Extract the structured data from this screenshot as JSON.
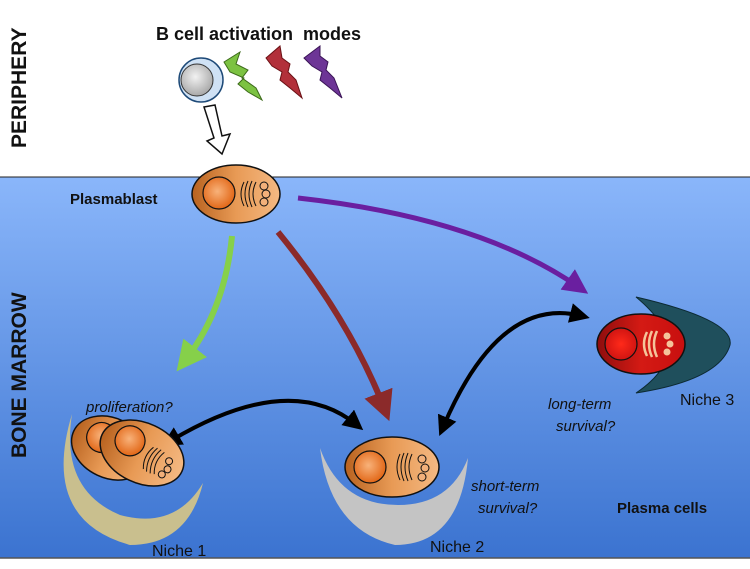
{
  "zones": {
    "periphery": "PERIPHERY",
    "bone_marrow": "BONE MARROW"
  },
  "title": "B cell activation  modes",
  "cells": {
    "plasmablast": "Plasmablast",
    "plasma_cells": "Plasma cells"
  },
  "niches": [
    {
      "label": "Niche 1",
      "fate": "proliferation?",
      "color": "#c9bf8e"
    },
    {
      "label": "Niche 2",
      "fate_line1": "short-term",
      "fate_line2": "survival?",
      "color": "#c4c4c4"
    },
    {
      "label": "Niche 3",
      "fate_line1": "long-term",
      "fate_line2": "survival?",
      "color": "#1f4f5c"
    }
  ],
  "activation_modes": [
    {
      "name": "green",
      "color": "#7cc242"
    },
    {
      "name": "red",
      "color": "#b2303a"
    },
    {
      "name": "purple",
      "color": "#6d3596"
    }
  ],
  "colors": {
    "marrow_top": "#8ab6fa",
    "marrow_bottom": "#3b73d0",
    "arrow_green": "#86d04a",
    "arrow_red": "#8b2a2a",
    "arrow_purple": "#6a1fa0",
    "cell_orange": "#e8944a",
    "plasma_red": "#cc1010"
  }
}
